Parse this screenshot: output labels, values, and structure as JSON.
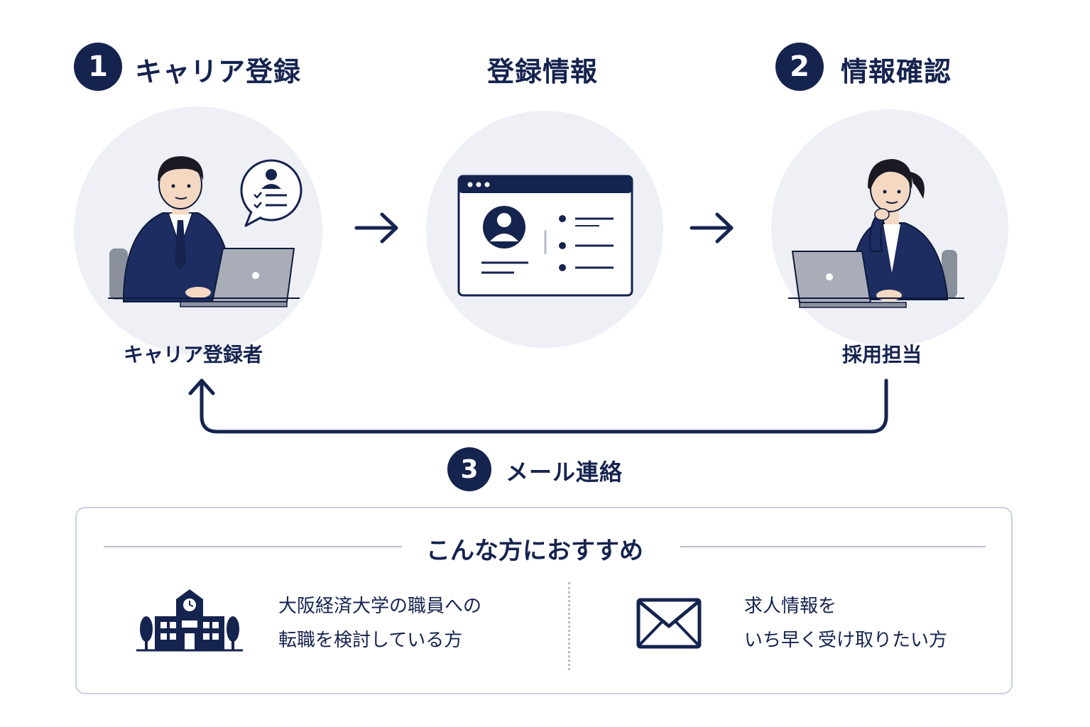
{
  "steps": [
    {
      "num": "1",
      "label": "キャリア登録"
    },
    {
      "num": "2",
      "label": "情報確認"
    },
    {
      "num": "3",
      "label": "メール連絡"
    }
  ],
  "center_title": "登録情報",
  "roles": {
    "registrant": "キャリア登録者",
    "recruiter": "採用担当"
  },
  "recommend": {
    "title": "こんな方におすすめ",
    "items": [
      {
        "line1": "大阪経済大学の職員への",
        "line2": "転職を検討している方",
        "icon": "school-building-icon"
      },
      {
        "line1": "求人情報を",
        "line2": "いち早く受け取りたい方",
        "icon": "envelope-icon"
      }
    ]
  },
  "colors": {
    "navy": "#15234f",
    "circle_bg": "#eef0f6",
    "border": "#cbd1df"
  }
}
